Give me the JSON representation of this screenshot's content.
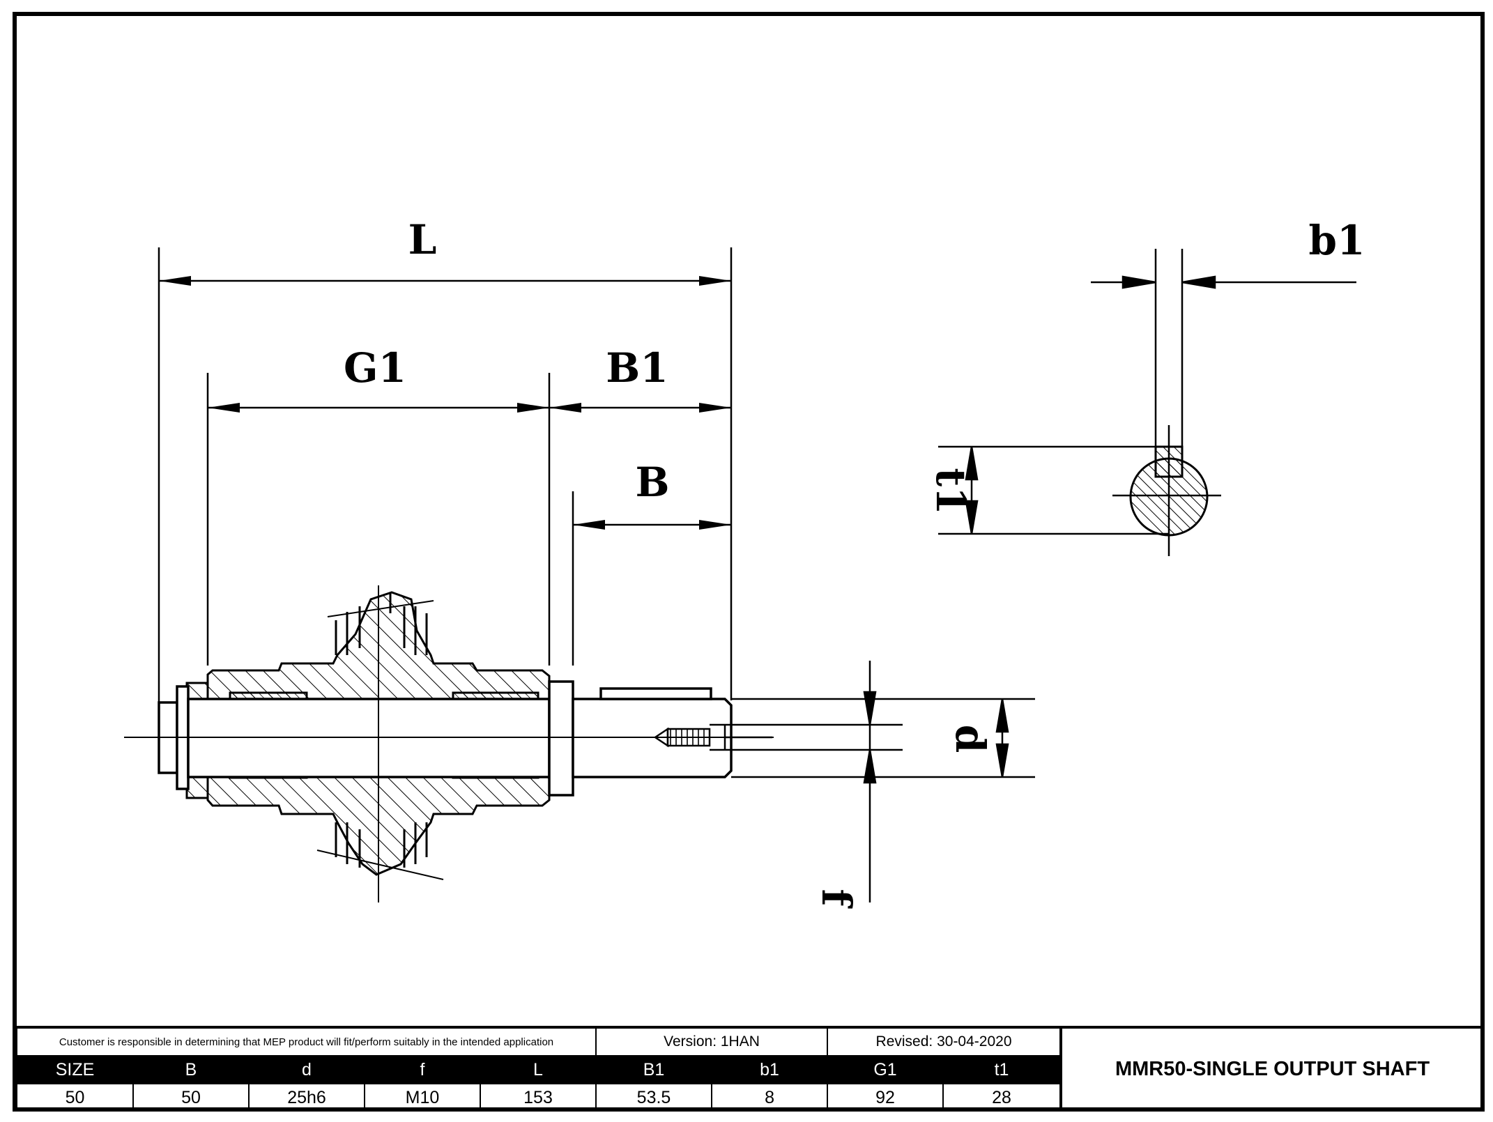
{
  "drawing": {
    "labels": {
      "L": "L",
      "G1": "G1",
      "B1": "B1",
      "B": "B",
      "b1": "b1",
      "t1": "t1",
      "d": "d",
      "f": "f"
    },
    "colors": {
      "line": "#000000",
      "background": "#ffffff"
    }
  },
  "title_block": {
    "note": "Customer is responsible in determining that MEP product will fit/perform suitably in the intended application",
    "version": "Version: 1HAN",
    "revised": "Revised: 30-04-2020",
    "product_name": "MMR50-SINGLE OUTPUT SHAFT",
    "headers": [
      "SIZE",
      "B",
      "d",
      "f",
      "L",
      "B1",
      "b1",
      "G1",
      "t1"
    ],
    "values": [
      "50",
      "50",
      "25h6",
      "M10",
      "153",
      "53.5",
      "8",
      "92",
      "28"
    ]
  }
}
